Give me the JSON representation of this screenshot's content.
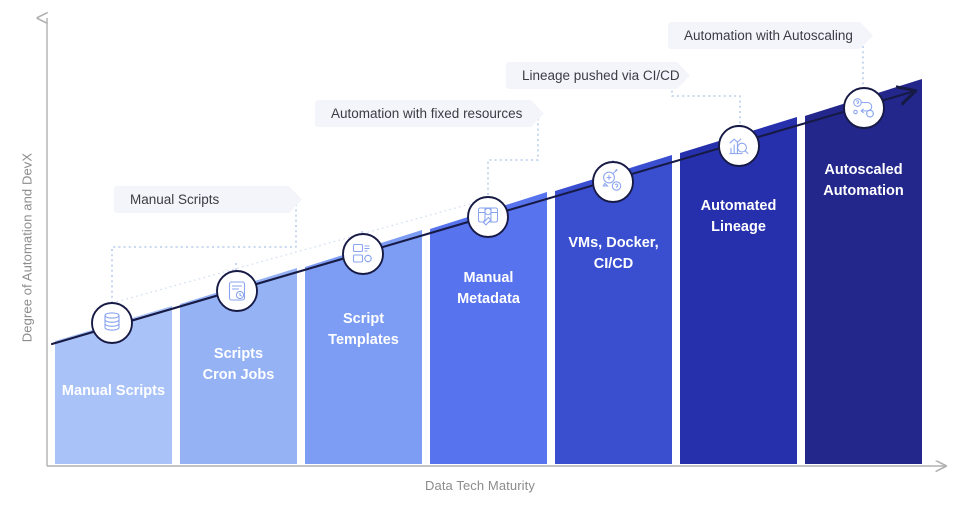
{
  "axes": {
    "y_label": "Degree of Automation and DevX",
    "x_label": "Data Tech Maturity",
    "axis_color": "#b0b0b0"
  },
  "trend": {
    "line_color": "#161a45",
    "connector_color": "#a9c3e8"
  },
  "chart_data": {
    "type": "bar",
    "title": "",
    "xlabel": "Data Tech Maturity",
    "ylabel": "Degree of Automation and DevX",
    "categories": [
      "Manual Scripts",
      "Scripts\nCron Jobs",
      "Script\nTemplates",
      "Manual\nMetadata",
      "VMs, Docker,\nCI/CD",
      "Automated\nLineage",
      "Autoscaled\nAutomation"
    ],
    "values": [
      30,
      42,
      54,
      66,
      78,
      89,
      100
    ],
    "ylim": [
      0,
      118
    ],
    "grid": false,
    "legend": false,
    "colors": [
      "#a9c2f7",
      "#95b2f5",
      "#7d9df4",
      "#5873ee",
      "#3a4fd0",
      "#2630ad",
      "#23278c"
    ]
  },
  "bars": [
    {
      "label": "Manual Scripts",
      "color": "#a9c2f7"
    },
    {
      "label": "Scripts\nCron Jobs",
      "color": "#95b2f5"
    },
    {
      "label": "Script\nTemplates",
      "color": "#7d9df4"
    },
    {
      "label": "Manual\nMetadata",
      "color": "#5873ee"
    },
    {
      "label": "VMs, Docker,\nCI/CD",
      "color": "#3a4fd0"
    },
    {
      "label": "Automated\nLineage",
      "color": "#2630ad"
    },
    {
      "label": "Autoscaled\nAutomation",
      "color": "#23278c"
    }
  ],
  "milestones": [
    {
      "icon": "database-icon"
    },
    {
      "icon": "scheduler-clock-icon"
    },
    {
      "icon": "script-template-gear-icon"
    },
    {
      "icon": "metadata-table-pencil-icon"
    },
    {
      "icon": "pipeline-settings-icon"
    },
    {
      "icon": "lineage-chart-search-icon"
    },
    {
      "icon": "autoscaling-flow-icon"
    }
  ],
  "callouts": [
    {
      "text": "Manual Scripts"
    },
    {
      "text": "Automation with fixed resources"
    },
    {
      "text": "Lineage pushed via CI/CD"
    },
    {
      "text": "Automation with Autoscaling"
    }
  ]
}
